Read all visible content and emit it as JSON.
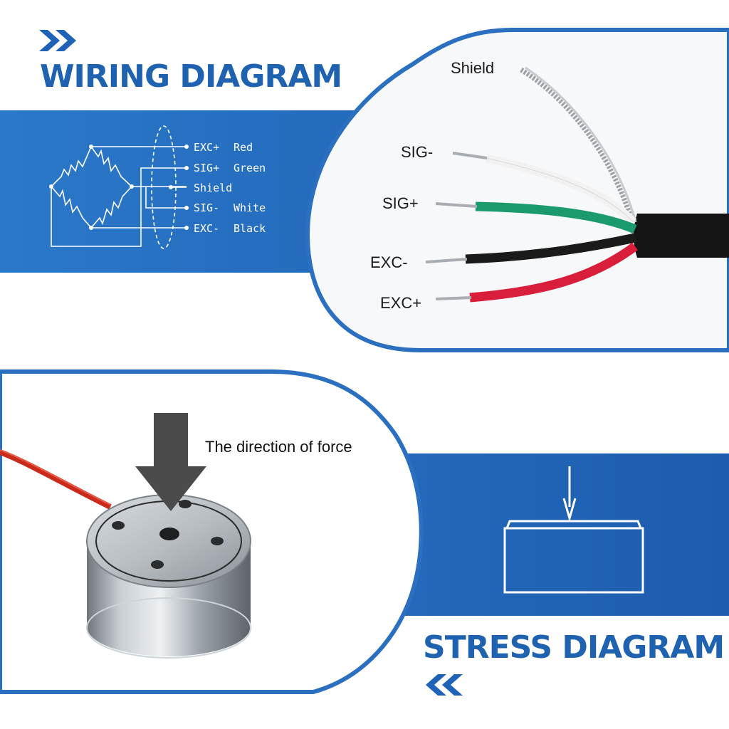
{
  "colors": {
    "brand_blue": "#1e63b8",
    "band_blue": "#2a6fc0",
    "title_blue": "#1f62b0",
    "red_wire": "#d81e3a",
    "green_wire": "#1b9a6e"
  },
  "wiring_section": {
    "title": "WIRING DIAGRAM",
    "chevron_icon": "double-chevron-right-icon",
    "schematic_labels": [
      {
        "signal": "EXC+",
        "color": "Red"
      },
      {
        "signal": "SIG+",
        "color": "Green"
      },
      {
        "signal": "Shield",
        "color": ""
      },
      {
        "signal": "SIG-",
        "color": "White"
      },
      {
        "signal": "EXC-",
        "color": "Black"
      }
    ],
    "photo_labels": [
      "Shield",
      "SIG-",
      "SIG+",
      "EXC-",
      "EXC+"
    ]
  },
  "stress_section": {
    "title": "STRESS DIAGRAM",
    "chevron_icon": "double-chevron-left-icon",
    "force_label": "The direction of force"
  }
}
